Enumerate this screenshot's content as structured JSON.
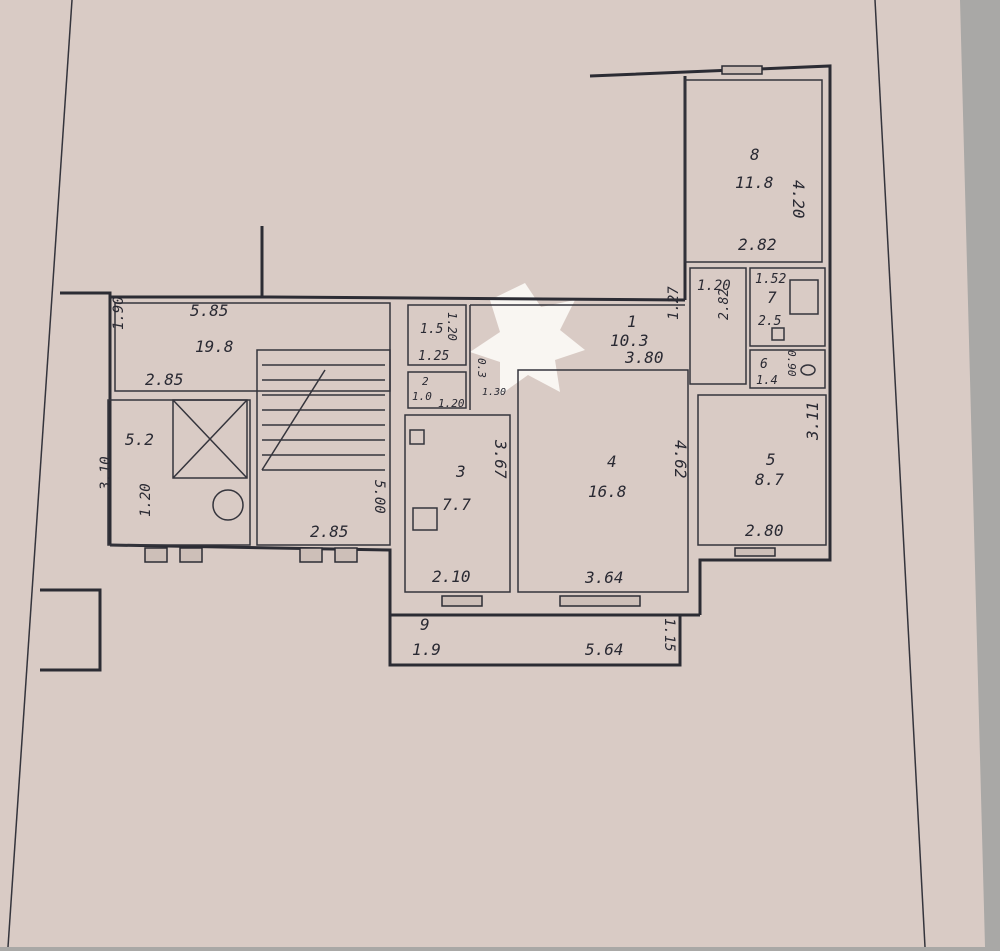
{
  "plan_colors": {
    "paper": "#d9cbc5",
    "ink": "#2c2c34",
    "background": "#a9a8a6"
  },
  "labels": {
    "r8_num": "8",
    "r8_area": "11.8",
    "r8_h": "4.20",
    "r8_w": "2.82",
    "r7_num": "7",
    "r7_a": "1.52",
    "r7_area": "2.5",
    "r7_b": "1.20",
    "r7_c": "2.82",
    "r6_num": "6",
    "r6_area": "1.4",
    "r6_b": "0.90",
    "r1_num": "1",
    "r1_area": "10.3",
    "r1_w": "3.80",
    "r1_h": "1.27",
    "r5_num": "5",
    "r5_area": "8.7",
    "r5_h": "3.11",
    "r5_w": "2.80",
    "r4_num": "4",
    "r4_area": "16.8",
    "r4_h": "4.62",
    "r4_w": "3.64",
    "r3_num": "3",
    "r3_area": "7.7",
    "r3_h": "3.67",
    "r3_w": "2.10",
    "r9_num": "9",
    "r9_area": "1.9",
    "r9_w": "5.64",
    "r9_h": "1.15",
    "s1_area": "1.5",
    "s1_h": "1.20",
    "s1_w": "1.25",
    "s2_num": "2",
    "s2_area": "1.0",
    "s2_w": "1.20",
    "s_a": "0.3",
    "s_b": "1.30",
    "h_w": "5.85",
    "h_area": "19.8",
    "h_h": "1.90",
    "lift_w": "2.85",
    "lift_area": "5.2",
    "lift_h": "3.10",
    "lift_b": "1.20",
    "stair_w": "2.85",
    "stair_h": "5.00"
  }
}
